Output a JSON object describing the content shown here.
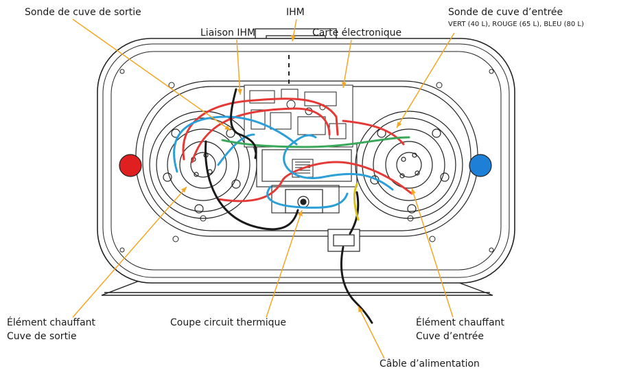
{
  "labels": {
    "sonde_sortie": "Sonde de cuve de sortie",
    "ihm": "IHM",
    "liaison_ihm": "Liaison IHM",
    "carte": "Carte électronique",
    "sonde_entree": "Sonde de cuve d’entrée",
    "sonde_entree_sub": "VERT (40 L), ROUGE (65 L), BLEU (80 L)",
    "element_sortie_1": "Élément chauffant",
    "element_sortie_2": "Cuve de sortie",
    "coupe_circuit": "Coupe circuit thermique",
    "element_entree_1": "Élément chauffant",
    "element_entree_2": "Cuve d’entrée",
    "cable": "Câble d’alimentation"
  },
  "colors": {
    "leader": "#f5a623",
    "hot_indicator": "#e02020",
    "cold_indicator": "#1e7fd6",
    "wire_red": "#e53935",
    "wire_blue": "#2b9fd8",
    "wire_green": "#3aa85a",
    "wire_black": "#1a1a1a",
    "wire_yellow": "#d8c21a"
  }
}
